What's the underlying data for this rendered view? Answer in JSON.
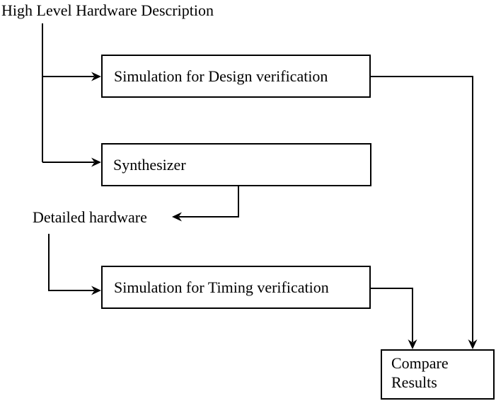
{
  "diagram": {
    "type": "flowchart",
    "colors": {
      "background": "#ffffff",
      "line": "#000000",
      "text": "#000000",
      "box_fill": "#ffffff",
      "box_border": "#000000"
    },
    "labels": {
      "high_level_description": "High Level Hardware Description",
      "detailed_hardware": "Detailed hardware"
    },
    "boxes": {
      "sim_design": {
        "label": "Simulation for Design verification"
      },
      "synthesizer": {
        "label": "Synthesizer"
      },
      "sim_timing": {
        "label": "Simulation for Timing verification"
      },
      "compare_results": {
        "label": "Compare Results"
      }
    },
    "edges": [
      {
        "from": "high_level_description",
        "to": "sim_design"
      },
      {
        "from": "high_level_description",
        "to": "synthesizer"
      },
      {
        "from": "synthesizer",
        "to": "detailed_hardware"
      },
      {
        "from": "detailed_hardware",
        "to": "sim_timing"
      },
      {
        "from": "sim_design",
        "to": "compare_results"
      },
      {
        "from": "sim_timing",
        "to": "compare_results"
      }
    ]
  }
}
